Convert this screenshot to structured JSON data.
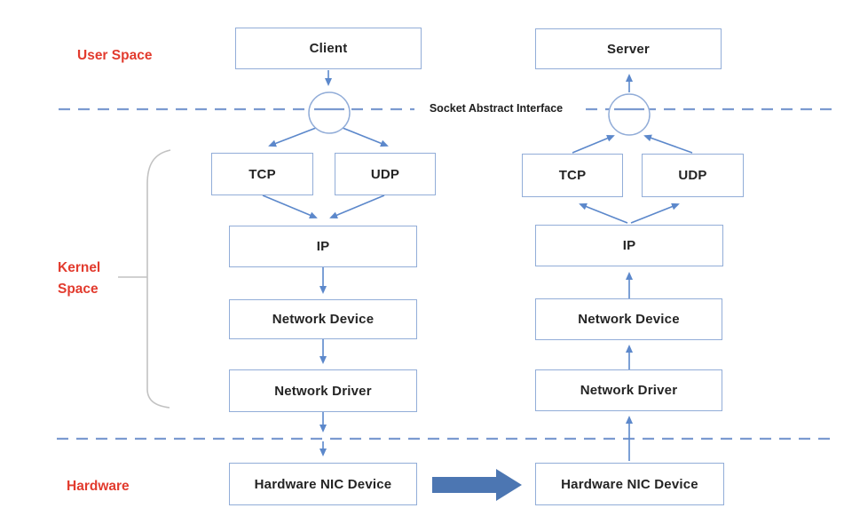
{
  "layers": {
    "user_space": "User Space",
    "kernel_space": "Kernel Space",
    "hardware": "Hardware"
  },
  "interface_label": "Socket Abstract Interface",
  "client_stack": {
    "app": "Client",
    "tcp": "TCP",
    "udp": "UDP",
    "ip": "IP",
    "network_device": "Network Device",
    "network_driver": "Network Driver",
    "nic": "Hardware NIC Device"
  },
  "server_stack": {
    "app": "Server",
    "tcp": "TCP",
    "udp": "UDP",
    "ip": "IP",
    "network_device": "Network Device",
    "network_driver": "Network Driver",
    "nic": "Hardware NIC Device"
  },
  "flow": {
    "client_direction": "down",
    "server_direction": "up",
    "hardware_link": "client-nic-to-server-nic"
  },
  "colors": {
    "box_border": "#92ADD8",
    "arrow_blue": "#5C88CB",
    "dashed_blue": "#7B9AD0",
    "big_arrow_fill": "#4C76B2",
    "layer_label_red": "#E23B2E",
    "box_text": "#242424",
    "brace_gray": "#C2C2C2",
    "background": "#FFFFFF"
  }
}
